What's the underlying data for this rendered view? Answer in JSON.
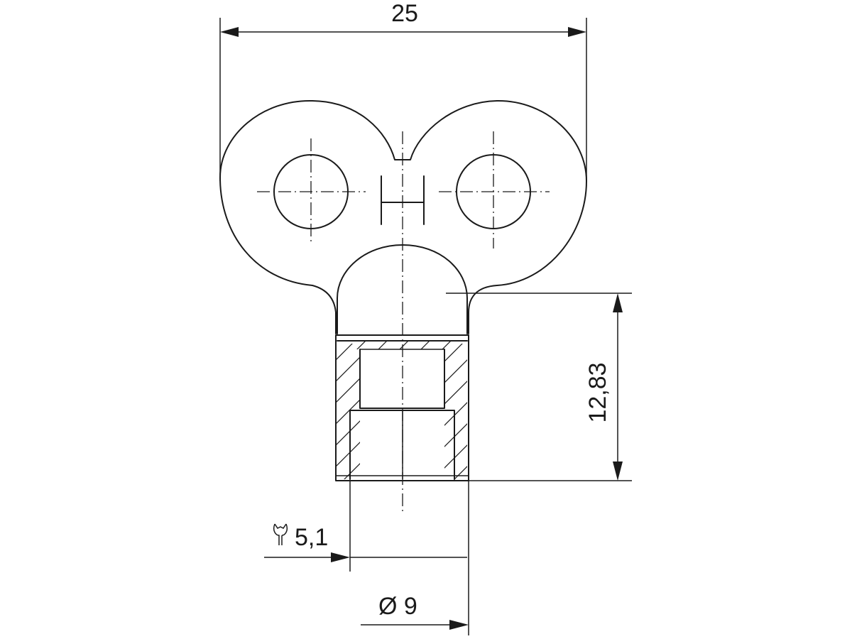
{
  "drawing": {
    "dim_width": "25",
    "dim_height": "12,83",
    "dim_wrench": "5,1",
    "dim_diameter": "Ø 9"
  },
  "icons": {
    "wrench_symbol": "wrench-size-icon"
  }
}
